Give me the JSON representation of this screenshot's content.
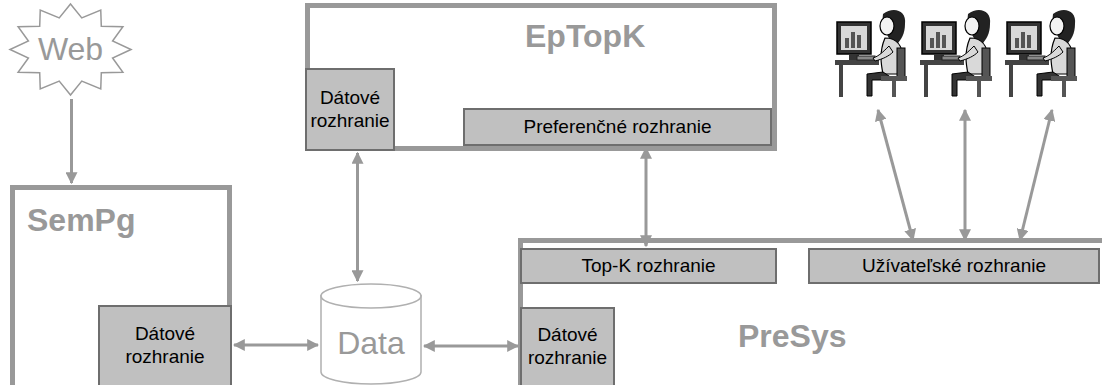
{
  "diagram": {
    "nodes": [
      {
        "text": [
          "Web"
        ]
      },
      {
        "text": [
          "EpTopK"
        ]
      },
      {
        "text": [
          "Dátové rozhranie"
        ],
        "in": 1
      },
      {
        "text": [
          "Preferenčné rozhranie"
        ],
        "in": 1
      },
      {
        "text": [
          "SemPg"
        ]
      },
      {
        "text": [
          "Dátové rozhranie"
        ],
        "in": 4
      },
      {
        "text": [
          "Data"
        ]
      },
      {
        "text": [
          "PreSys"
        ]
      },
      {
        "text": [
          "Top-K rozhranie"
        ],
        "in": 7
      },
      {
        "text": [
          "Užívateľské rozhranie"
        ],
        "in": 7
      },
      {
        "text": [
          "Dátové rozhranie"
        ],
        "in": 7
      }
    ],
    "edges": [
      {
        "from": 0,
        "to": 4,
        "arrow": "to"
      },
      {
        "from": 2,
        "to": 6,
        "arrow": "both"
      },
      {
        "from": 3,
        "to": 8,
        "arrow": "both"
      },
      {
        "from": 5,
        "to": 6,
        "arrow": "both"
      },
      {
        "from": 6,
        "to": 10,
        "arrow": "both"
      }
    ]
  }
}
